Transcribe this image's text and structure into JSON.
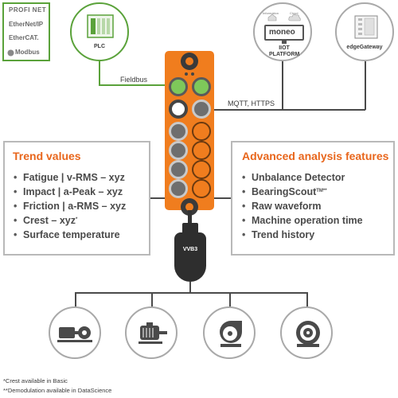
{
  "protocols": [
    "PROFI NET",
    "EtherNet/IP",
    "EtherCAT.",
    "Modbus"
  ],
  "plc": {
    "label": "PLC"
  },
  "iiot": {
    "brand": "moneo",
    "label": "IIOT PLATFORM",
    "icon_labels": [
      "Information",
      "Cloud"
    ]
  },
  "edge": {
    "label": "edgeGateway"
  },
  "connections": {
    "fieldbus": "Fieldbus",
    "mqtt": "MQTT, HTTPS"
  },
  "trend": {
    "title": "Trend values",
    "items": [
      "Fatigue | v-RMS – xyz",
      "Impact  | a-Peak – xyz",
      "Friction | a-RMS – xyz",
      "Crest – xyz",
      "Surface temperature"
    ]
  },
  "advanced": {
    "title": "Advanced analysis features",
    "items": [
      "Unbalance Detector",
      "BearingScout",
      "Raw waveform",
      "Machine operation time",
      "Trend history"
    ]
  },
  "sensor": {
    "label": "VVB3"
  },
  "machines": [
    "motor-pump-icon",
    "motor-icon",
    "fan-icon",
    "pump-icon"
  ],
  "footnotes": [
    "*Crest available in Basic",
    "**Demodulation available in DataScience"
  ],
  "colors": {
    "orange": "#f07d1e",
    "green": "#5aa23a",
    "title_orange": "#e8661c",
    "grey_border": "#b9b9b9"
  }
}
